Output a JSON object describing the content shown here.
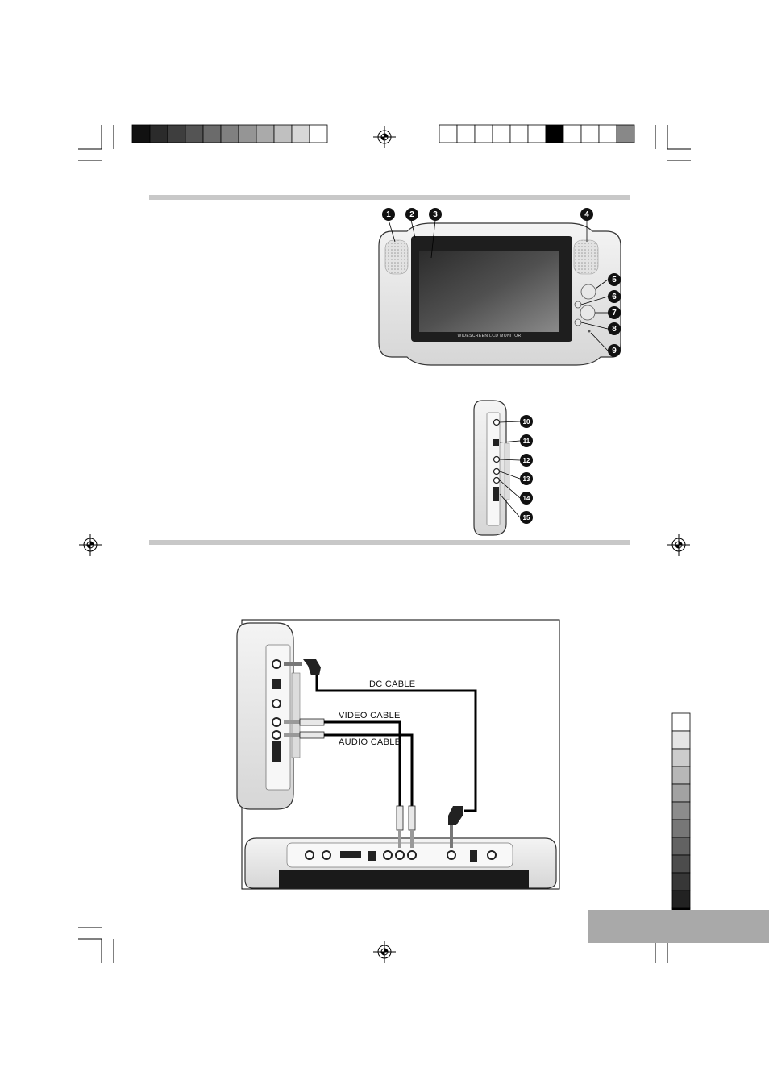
{
  "header_calibration": {
    "left_swatches": [
      "#111111",
      "#2b2b2b",
      "#3e3e3e",
      "#545454",
      "#6b6b6b",
      "#808080",
      "#959595",
      "#aaaaaa",
      "#c0c0c0",
      "#d8d8d8",
      "#ffffff"
    ],
    "right_swatches": [
      "#ffffff",
      "#ffffff",
      "#ffffff",
      "#ffffff",
      "#ffffff",
      "#ffffff",
      "#000000",
      "#ffffff",
      "#ffffff",
      "#ffffff",
      "#888888"
    ]
  },
  "side_calibration": {
    "swatches": [
      "#ffffff",
      "#e5e5e5",
      "#cccccc",
      "#b7b7b7",
      "#a2a2a2",
      "#8c8c8c",
      "#777777",
      "#626262",
      "#4c4c4c",
      "#373737",
      "#222222",
      "#000000"
    ]
  },
  "monitor_front": {
    "screen_caption": "WIDESCREEN LCD MONITOR",
    "callouts": [
      "1",
      "2",
      "3",
      "4",
      "5",
      "6",
      "7",
      "8",
      "9"
    ]
  },
  "monitor_side": {
    "callouts": [
      "10",
      "11",
      "12",
      "13",
      "14",
      "15"
    ]
  },
  "connection_diagram": {
    "dc_cable": "DC CABLE",
    "video_cable": "VIDEO CABLE",
    "audio_cable": "AUDIO CABLE"
  },
  "colors": {
    "rule_gray": "#c8c8c8",
    "tab_gray": "#a9a9a9",
    "screen_dark": "#3a3a3a"
  }
}
